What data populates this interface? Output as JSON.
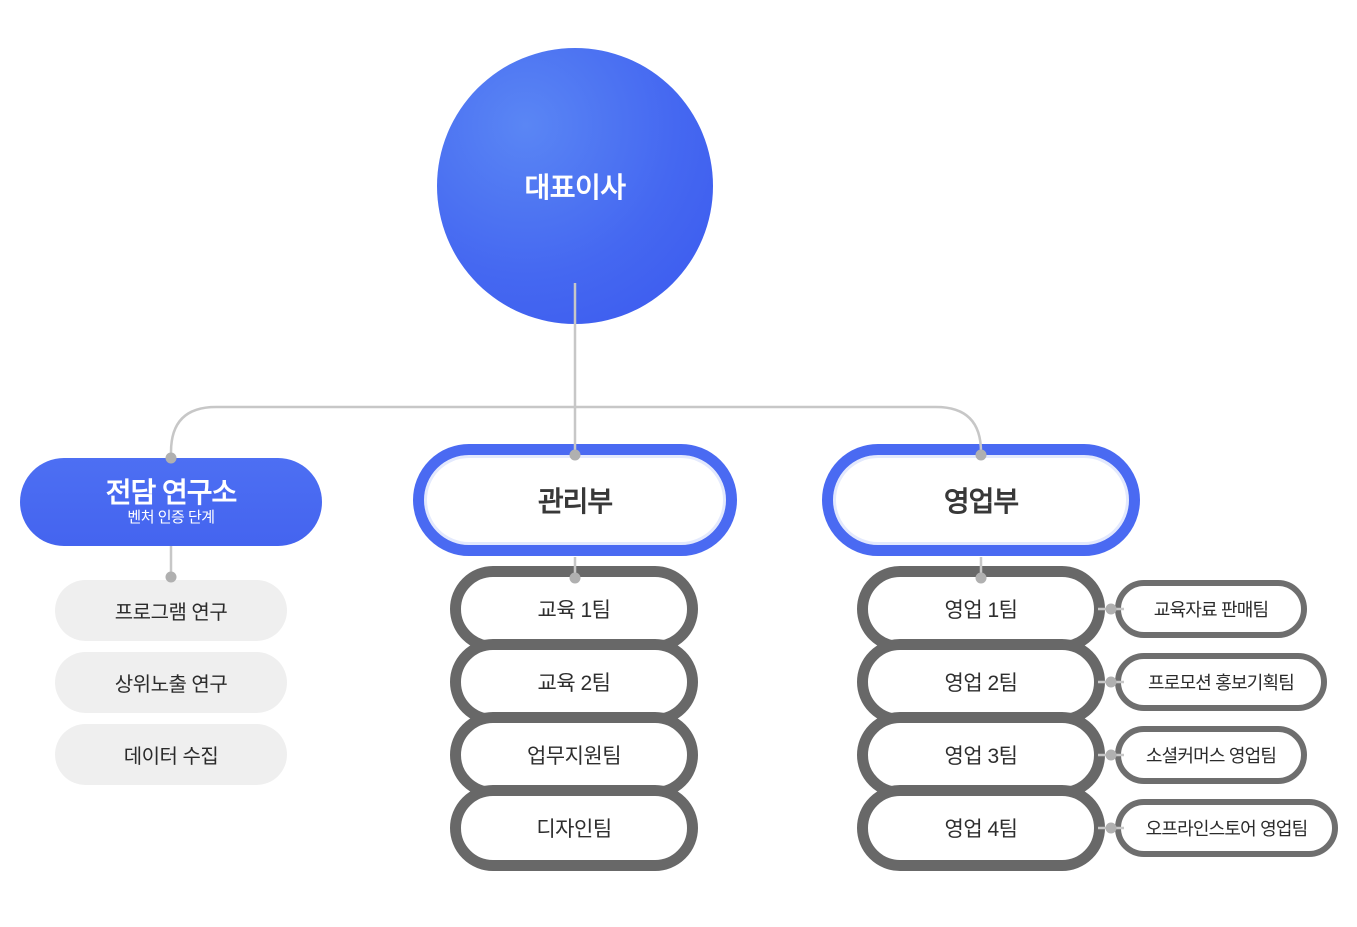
{
  "root": {
    "label": "대표이사"
  },
  "branches": {
    "research": {
      "title": "전담 연구소",
      "subtitle": "벤처 인증 단계",
      "items": [
        "프로그램 연구",
        "상위노출 연구",
        "데이터 수집"
      ]
    },
    "management": {
      "title": "관리부",
      "teams": [
        "교육 1팀",
        "교육 2팀",
        "업무지원팀",
        "디자인팀"
      ]
    },
    "sales": {
      "title": "영업부",
      "teams": [
        "영업 1팀",
        "영업 2팀",
        "영업 3팀",
        "영업 4팀"
      ],
      "subteams": [
        "교육자료 판매팀",
        "프로모션 홍보기획팀",
        "소셜커머스 영업팀",
        "오프라인스토어 영업팀"
      ]
    }
  },
  "colors": {
    "brand_blue": "#4a6af2",
    "team_border_gray": "#686868",
    "subteam_border_gray": "#6e6e6e",
    "light_pill_gray": "#efefef",
    "connector_line": "#c7c7c7",
    "connector_dot": "#b0b0b0"
  }
}
